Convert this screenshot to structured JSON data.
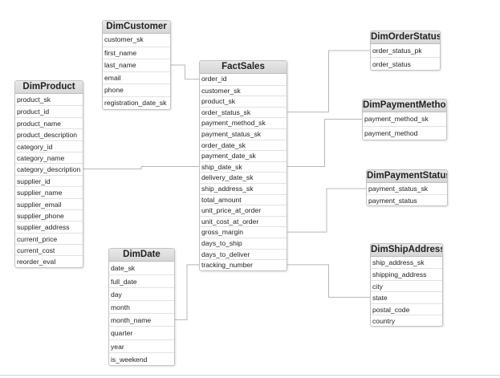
{
  "diagram": {
    "tables": [
      {
        "id": "dimcustomer",
        "title": "DimCustomer",
        "columns": [
          "customer_sk",
          "first_name",
          "last_name",
          "email",
          "phone",
          "registration_date_sk"
        ]
      },
      {
        "id": "dimproduct",
        "title": "DimProduct",
        "columns": [
          "product_sk",
          "product_id",
          "product_name",
          "product_description",
          "category_id",
          "category_name",
          "category_description",
          "supplier_id",
          "supplier_name",
          "supplier_email",
          "supplier_phone",
          "supplier_address",
          "current_price",
          "current_cost",
          "reorder_eval"
        ]
      },
      {
        "id": "factsales",
        "title": "FactSales",
        "columns": [
          "order_id",
          "customer_sk",
          "product_sk",
          "order_status_sk",
          "payment_method_sk",
          "payment_status_sk",
          "order_date_sk",
          "payment_date_sk",
          "ship_date_sk",
          "delivery_date_sk",
          "ship_address_sk",
          "total_amount",
          "unit_price_at_order",
          "unit_cost_at_order",
          "gross_margin",
          "days_to_ship",
          "days_to_deliver",
          "tracking_number"
        ]
      },
      {
        "id": "dimdate",
        "title": "DimDate",
        "columns": [
          "date_sk",
          "full_date",
          "day",
          "month",
          "month_name",
          "quarter",
          "year",
          "is_weekend"
        ]
      },
      {
        "id": "dimorderstatus",
        "title": "DimOrderStatus",
        "columns": [
          "order_status_pk",
          "order_status"
        ]
      },
      {
        "id": "dimpaymentmethod",
        "title": "DimPaymentMethod",
        "columns": [
          "payment_method_sk",
          "payment_method"
        ]
      },
      {
        "id": "dimpaymentstatus",
        "title": "DimPaymentStatus",
        "columns": [
          "payment_status_sk",
          "payment_status"
        ]
      },
      {
        "id": "dimshipaddress",
        "title": "DimShipAddress",
        "columns": [
          "ship_address_sk",
          "shipping_address",
          "city",
          "state",
          "postal_code",
          "country"
        ]
      }
    ],
    "relationships": [
      {
        "from": "dimcustomer.last_name",
        "to": "factsales.order_id"
      },
      {
        "from": "dimproduct.category_description",
        "to": "factsales.ship_date_sk"
      },
      {
        "from": "dimdate.month_name",
        "to": "factsales.tracking_number"
      },
      {
        "from": "dimorderstatus.order_status_pk",
        "to": "factsales.order_status_sk"
      },
      {
        "from": "dimpaymentmethod.payment_method_sk",
        "to": "factsales.ship_date_sk"
      },
      {
        "from": "dimpaymentstatus.payment_status_sk",
        "to": "factsales.gross_margin"
      },
      {
        "from": "dimshipaddress.state",
        "to": "factsales.tracking_number"
      }
    ],
    "colors": {
      "line": "#b8b8b8",
      "header": "#dcdcdc",
      "border": "#c3c3c3"
    }
  }
}
